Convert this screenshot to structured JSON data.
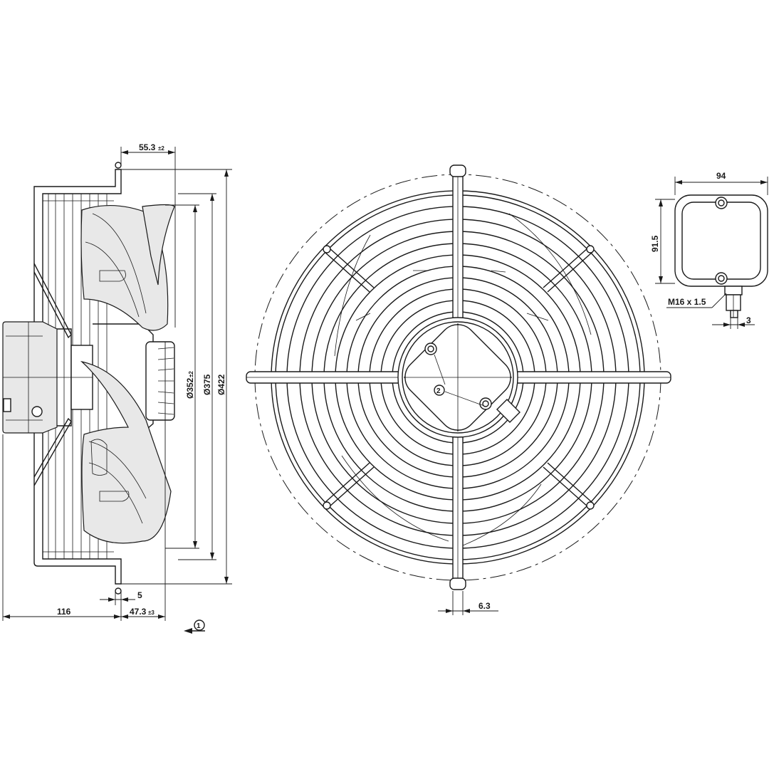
{
  "side_view": {
    "dim_hub_offset": "55.3",
    "dim_hub_offset_tol": "±2",
    "dim_d352": "Ø352",
    "dim_d352_tol": "±2",
    "dim_d375": "Ø375",
    "dim_d422": "Ø422",
    "dim_flange": "5",
    "dim_depth": "116",
    "dim_depth2": "47.3",
    "dim_depth2_tol": "±3",
    "airflow_marker": "1"
  },
  "front_view": {
    "rotation_marker": "2",
    "dim_bar": "6.3"
  },
  "terminal_box": {
    "dim_width": "94",
    "dim_height": "91.5",
    "thread_label": "M16 x 1.5",
    "dim_gland": "3"
  }
}
